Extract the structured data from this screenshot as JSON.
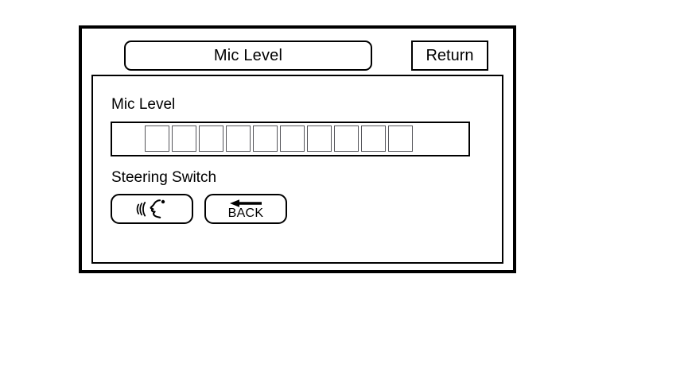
{
  "screen": {
    "name": "Mic Level settings screen",
    "background_color": "#ffffff",
    "frame_color": "#000000"
  },
  "titlebar": {
    "title": "Mic Level",
    "return_label": "Return"
  },
  "content": {
    "mic_level": {
      "label": "Mic Level",
      "meter": {
        "total_cells": 10,
        "filled_cells": 0,
        "cell_border_color": "#55555a",
        "fill_color": "#000000"
      }
    },
    "steering_switch": {
      "label": "Steering Switch",
      "buttons": [
        {
          "id": "talk",
          "icon": "talk-voice-icon",
          "label": ""
        },
        {
          "id": "back",
          "icon": "left-arrow-icon",
          "label": "BACK"
        }
      ]
    }
  }
}
